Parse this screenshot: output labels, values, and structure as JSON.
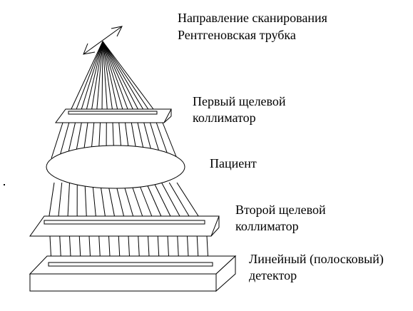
{
  "labels": {
    "scan_direction": "Направление сканирования",
    "xray_tube": "Рентгеновская трубка",
    "first_collimator": [
      "Первый щелевой",
      "коллиматор"
    ],
    "patient": "Пациент",
    "second_collimator": [
      "Второй щелевой",
      "коллиматор"
    ],
    "detector": [
      "Линейный (полосковый)",
      "детектор"
    ]
  },
  "colors": {
    "line": "#000000",
    "fill": "#ffffff"
  }
}
